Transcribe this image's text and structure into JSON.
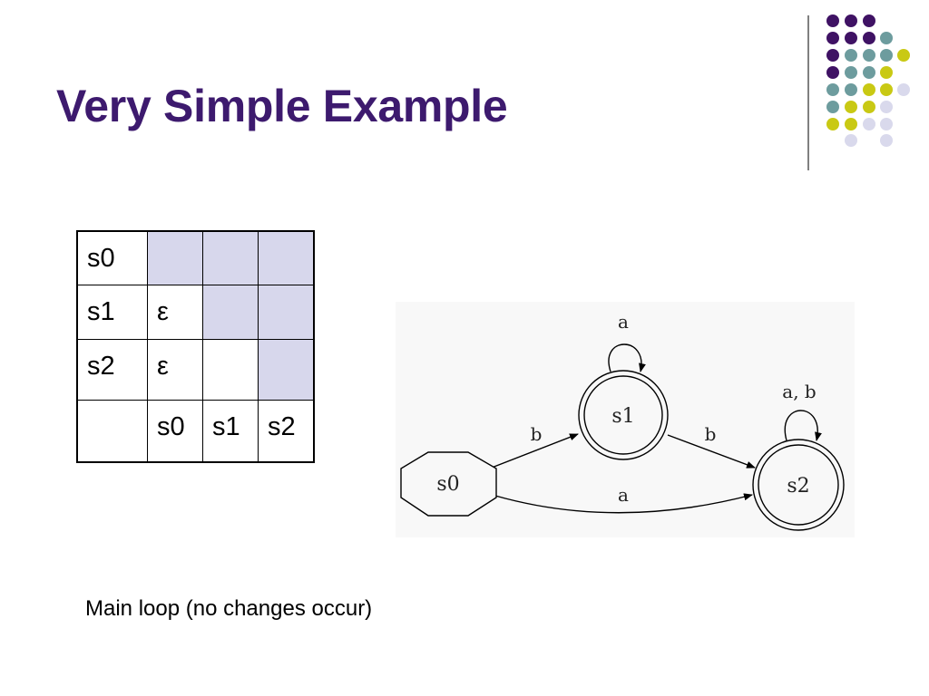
{
  "slide": {
    "title": "Very Simple Example",
    "caption": "Main loop (no changes occur)"
  },
  "colors": {
    "title": "#3d1a6e",
    "shaded_cell": "#d7d7ec",
    "dot_purple": "#3f1264",
    "dot_teal": "#6d9c9e",
    "dot_yellow": "#c9c914",
    "dot_lavender": "#d9d9ec"
  },
  "table": {
    "rows": [
      {
        "label": "s0",
        "cells": [
          "",
          "",
          ""
        ],
        "shaded": [
          true,
          true,
          true
        ]
      },
      {
        "label": "s1",
        "cells": [
          "ε",
          "",
          ""
        ],
        "shaded": [
          false,
          true,
          true
        ]
      },
      {
        "label": "s2",
        "cells": [
          "ε",
          "",
          ""
        ],
        "shaded": [
          false,
          false,
          true
        ]
      },
      {
        "label": "",
        "cells": [
          "s0",
          "s1",
          "s2"
        ],
        "shaded": [
          false,
          false,
          false
        ]
      }
    ]
  },
  "automaton": {
    "states": [
      {
        "id": "s0",
        "label": "s0",
        "shape": "octagon"
      },
      {
        "id": "s1",
        "label": "s1",
        "shape": "doublecircle"
      },
      {
        "id": "s2",
        "label": "s2",
        "shape": "doublecircle"
      }
    ],
    "transitions": [
      {
        "from": "s0",
        "to": "s1",
        "label": "b"
      },
      {
        "from": "s0",
        "to": "s2",
        "label": "a"
      },
      {
        "from": "s1",
        "to": "s1",
        "label": "a"
      },
      {
        "from": "s1",
        "to": "s2",
        "label": "b"
      },
      {
        "from": "s2",
        "to": "s2",
        "label": "a, b"
      }
    ]
  }
}
